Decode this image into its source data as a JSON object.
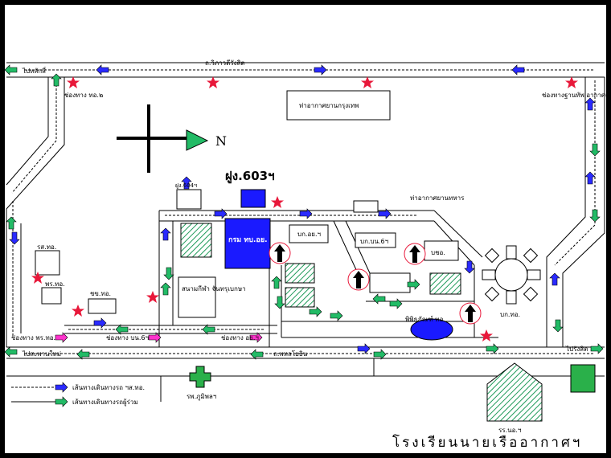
{
  "colors": {
    "blue_arrow": "#2a2aff",
    "green_arrow": "#22bb66",
    "star": "#e8183a",
    "hatch": "#1f9a5a",
    "blue_block": "#1a1aff",
    "hospital": "#2ab04a",
    "pink_arrow": "#ff33cc"
  },
  "roads": {
    "top": "ถ.วิภาวดีรังสิต",
    "bottom": "ถ.พหลโยธิน",
    "left_top": "ไปหลักสี่",
    "left_bottom": "ไปสะพานใหม่",
    "right_bottom": "ไปรังสิต"
  },
  "places": {
    "airport_krungthep": "ท่าอากาศยานกรุงเทพ",
    "airport_military": "ท่าอากาศยานทหาร",
    "gate_top_left": "ช่องทาง ทอ.๒",
    "gate_top_right": "ช่องทางฐานทัพ อากาศดอนเมือง",
    "wing_603": "ฝูง.603ฯ",
    "wing_604": "ฝูง.604ฯ",
    "dept_main": "กรม ทบ.อย.",
    "bk_om": "บก.อย.ฯ",
    "bk_bn": "บก.บน.6ฯ",
    "bo": "บชอ.",
    "stadium": "สนามกีฬา จันทรุเบกษา",
    "ss_to": "ชข.ทอ.",
    "rs_to": "รส.ทอ.",
    "ps_to": "พร.ทอ.",
    "gate_ps": "ช่องทาง พร.ทอ.",
    "gate_bn6": "ช่องทาง บน.6ฯ",
    "gate_ooa": "ช่องทาง อย.ฯ",
    "museum": "พิพิธภัณฑ์ ทอ.",
    "bk_to": "บก.ทอ.",
    "hospital": "รพ.ภูมิพลฯ",
    "school_rn": "รร.นอ.ฯ"
  },
  "compass": {
    "label": "N"
  },
  "legend": {
    "blue_label": "เส้นทางเดินทางรถ ฯส.ทอ.",
    "green_label": "เส้นทางเดินทางรถผู้ร่วม"
  },
  "footer": {
    "school_title": "โรงเรียนนายเรืออากาศฯ"
  }
}
